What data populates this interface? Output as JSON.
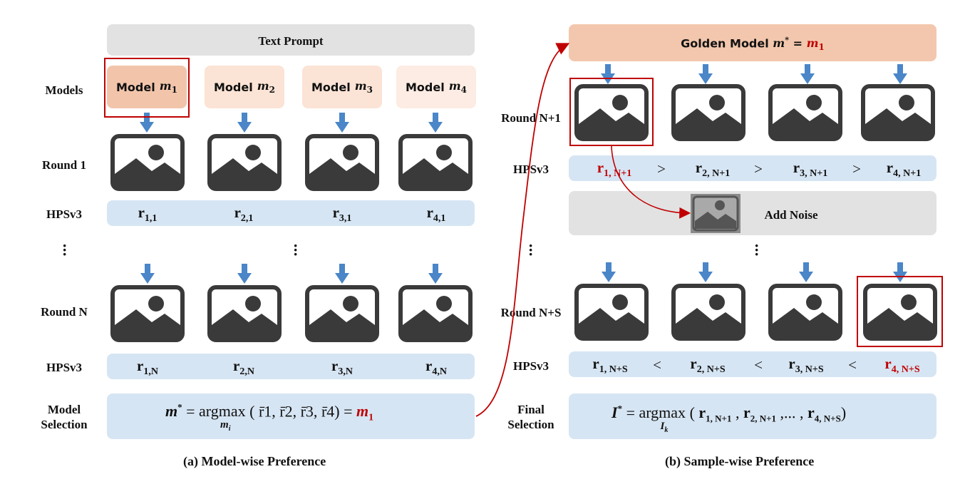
{
  "left": {
    "text_prompt": "Text Prompt",
    "labels": {
      "models": "Models",
      "round1": "Round 1",
      "hps1": "HPSv3",
      "roundN": "Round N",
      "hpsN": "HPSv3",
      "selection_line1": "Model",
      "selection_line2": "Selection"
    },
    "model_word": "Model",
    "model_symbols": [
      "m",
      "m",
      "m",
      "m"
    ],
    "model_subs": [
      "1",
      "2",
      "3",
      "4"
    ],
    "round1_scores": [
      {
        "r": "r",
        "sub": "1,1"
      },
      {
        "r": "r",
        "sub": "2,1"
      },
      {
        "r": "r",
        "sub": "3,1"
      },
      {
        "r": "r",
        "sub": "4,1"
      }
    ],
    "roundN_scores": [
      {
        "r": "r",
        "sub": "1,N"
      },
      {
        "r": "r",
        "sub": "2,N"
      },
      {
        "r": "r",
        "sub": "3,N"
      },
      {
        "r": "r",
        "sub": "4,N"
      }
    ],
    "formula": {
      "lhs": "m",
      "star": "*",
      "eq": "=",
      "argmax": "argmax",
      "under": "m",
      "under_sub": "i",
      "open": "(",
      "args": [
        "r̄1, ",
        "r̄2, ",
        "r̄3, ",
        "r̄4"
      ],
      "close": ")",
      "eq2": "=",
      "result": "m",
      "result_sub": "1"
    },
    "caption": "(a) Model-wise Preference"
  },
  "right": {
    "golden": {
      "text": "Golden Model",
      "sym": "m",
      "star": "*",
      "eq": "=",
      "result": "m",
      "result_sub": "1"
    },
    "labels": {
      "roundN1": "Round N+1",
      "hps1": "HPSv3",
      "roundNS": "Round N+S",
      "hps2": "HPSv3",
      "final_line1": "Final",
      "final_line2": "Selection"
    },
    "add_noise": "Add Noise",
    "roundN1_scores": [
      {
        "r": "r",
        "sub": "1, N+1"
      },
      {
        "r": "r",
        "sub": "2, N+1"
      },
      {
        "r": "r",
        "sub": "3, N+1"
      },
      {
        "r": "r",
        "sub": "4, N+1"
      }
    ],
    "roundN1_ops": [
      ">",
      ">",
      ">"
    ],
    "roundNS_scores": [
      {
        "r": "r",
        "sub": "1, N+S"
      },
      {
        "r": "r",
        "sub": "2, N+S"
      },
      {
        "r": "r",
        "sub": "3, N+S"
      },
      {
        "r": "r",
        "sub": "4, N+S"
      }
    ],
    "roundNS_ops": [
      "<",
      "<",
      "<"
    ],
    "formula": {
      "lhs": "I",
      "star": "*",
      "eq": "=",
      "argmax": "argmax",
      "under": "I",
      "under_sub": "k",
      "open": "(",
      "a1": "r",
      "a1_sub": "1, N+1",
      "sep1": " , ",
      "a2": "r",
      "a2_sub": "2, N+1",
      "ellipsis": " ,... , ",
      "a3": "r",
      "a3_sub": "4, N+S",
      "close": ")"
    },
    "caption": "(b) Sample-wise Preference"
  },
  "colors": {
    "gray_bar": "#e2e2e2",
    "blue_bar": "#d6e5f3",
    "golden_bar": "#f3c7ad",
    "model1": "#f2c5ab",
    "model_light": "#fbe3d5",
    "model_lightest": "#fdece3",
    "highlight": "#c00000",
    "arrow_blue": "#4a86c8",
    "icon_dark": "#3a3a3a"
  }
}
